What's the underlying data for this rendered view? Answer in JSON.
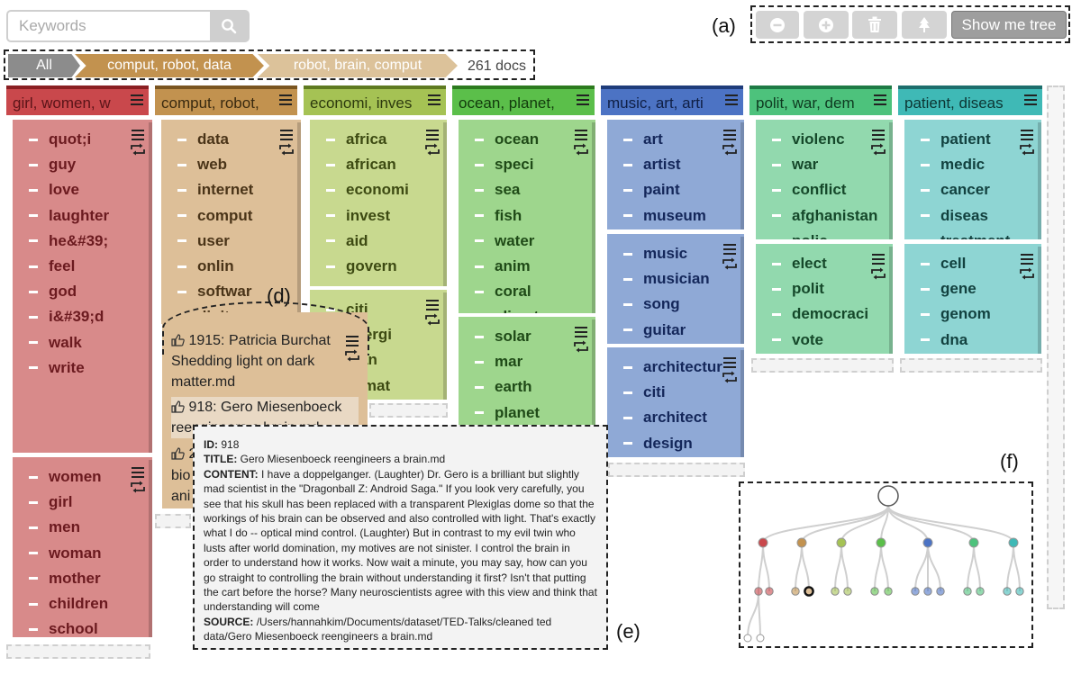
{
  "search": {
    "placeholder": "Keywords",
    "value": ""
  },
  "toolbar": {
    "panel_label": "(a)",
    "zoom_out_icon": "minus-circle-icon",
    "zoom_in_icon": "plus-circle-icon",
    "delete_icon": "trash-icon",
    "tree_icon": "tree-icon",
    "show_tree_label": "Show me tree"
  },
  "breadcrumb": {
    "items": [
      "All",
      "comput, robot, data",
      "robot, brain, comput"
    ],
    "doc_count": "261 docs"
  },
  "colors": {
    "red": "#d88a8a",
    "tan": "#ddbf98",
    "olive": "#c8d98f",
    "green": "#9ed68d",
    "blue": "#8fa9d6",
    "mint": "#92d9ae",
    "teal": "#8ed5d3"
  },
  "columns": [
    {
      "title": "girl, women, w",
      "cards": [
        {
          "words": [
            "quot;i",
            "guy",
            "love",
            "laughter",
            "he&#39;",
            "feel",
            "god",
            "i&#39;d",
            "walk",
            "write"
          ]
        },
        {
          "words": [
            "women",
            "girl",
            "men",
            "woman",
            "mother",
            "children",
            "school"
          ]
        }
      ]
    },
    {
      "title": "comput, robot,",
      "cards": [
        {
          "words": [
            "data",
            "web",
            "internet",
            "comput",
            "user",
            "onlin",
            "softwar",
            "digit"
          ]
        }
      ]
    },
    {
      "title": "economi, inves",
      "cards": [
        {
          "words": [
            "africa",
            "african",
            "economi",
            "invest",
            "aid",
            "govern"
          ]
        },
        {
          "words": [
            "citi",
            "energi",
            "plan",
            "climat"
          ]
        }
      ]
    },
    {
      "title": "ocean, planet,",
      "cards": [
        {
          "words": [
            "ocean",
            "speci",
            "sea",
            "fish",
            "water",
            "anim",
            "coral",
            "climat"
          ]
        },
        {
          "words": [
            "solar",
            "mar",
            "earth",
            "planet"
          ]
        }
      ]
    },
    {
      "title": "music, art, arti",
      "cards": [
        {
          "words": [
            "art",
            "artist",
            "paint",
            "museum"
          ]
        },
        {
          "words": [
            "music",
            "musician",
            "song",
            "guitar"
          ]
        },
        {
          "words": [
            "architectur",
            "citi",
            "architect",
            "design"
          ]
        }
      ]
    },
    {
      "title": "polit, war, dem",
      "cards": [
        {
          "words": [
            "violenc",
            "war",
            "conflict",
            "afghanistan",
            "polic"
          ]
        },
        {
          "words": [
            "elect",
            "polit",
            "democraci",
            "vote"
          ]
        }
      ]
    },
    {
      "title": "patient, diseas",
      "cards": [
        {
          "words": [
            "patient",
            "medic",
            "cancer",
            "diseas",
            "treatment"
          ]
        },
        {
          "words": [
            "cell",
            "gene",
            "genom",
            "dna"
          ]
        }
      ]
    }
  ],
  "doc_list": {
    "label": "(d)",
    "items": [
      {
        "text": "1915: Patricia Burchat Shedding light on dark matter.md",
        "icon": "thumbs-up-icon"
      },
      {
        "text": "918: Gero Miesenboeck reengineers a brain.md",
        "icon": "thumbs-up-icon"
      },
      {
        "text": "2",
        "icon": "thumbs-up-icon"
      },
      {
        "text": "bio"
      },
      {
        "text": "ani"
      }
    ]
  },
  "popup": {
    "label": "(e)",
    "id_label": "ID:",
    "id_value": "918",
    "title_label": "TITLE:",
    "title_value": "Gero Miesenboeck reengineers a brain.md",
    "content_label": "CONTENT:",
    "content_value": "I have a doppelganger. (Laughter) Dr. Gero is a brilliant but slightly mad scientist in the \"Dragonball Z: Android Saga.\" If you look very carefully, you see that his skull has been replaced with a transparent Plexiglas dome so that the workings of his brain can be observed and also controlled with light. That's exactly what I do -- optical mind control. (Laughter) But in contrast to my evil twin who lusts after world domination, my motives are not sinister. I control the brain in order to understand how it works. Now wait a minute, you may say, how can you go straight to controlling the brain without understanding it first? Isn't that putting the cart before the horse? Many neuroscientists agree with this view and think that understanding will come",
    "source_label": "SOURCE:",
    "source_value": "/Users/hannahkim/Documents/dataset/TED-Talks/cleaned ted data/Gero Miesenboeck reengineers a brain.md"
  },
  "tree": {
    "label": "(f)"
  }
}
